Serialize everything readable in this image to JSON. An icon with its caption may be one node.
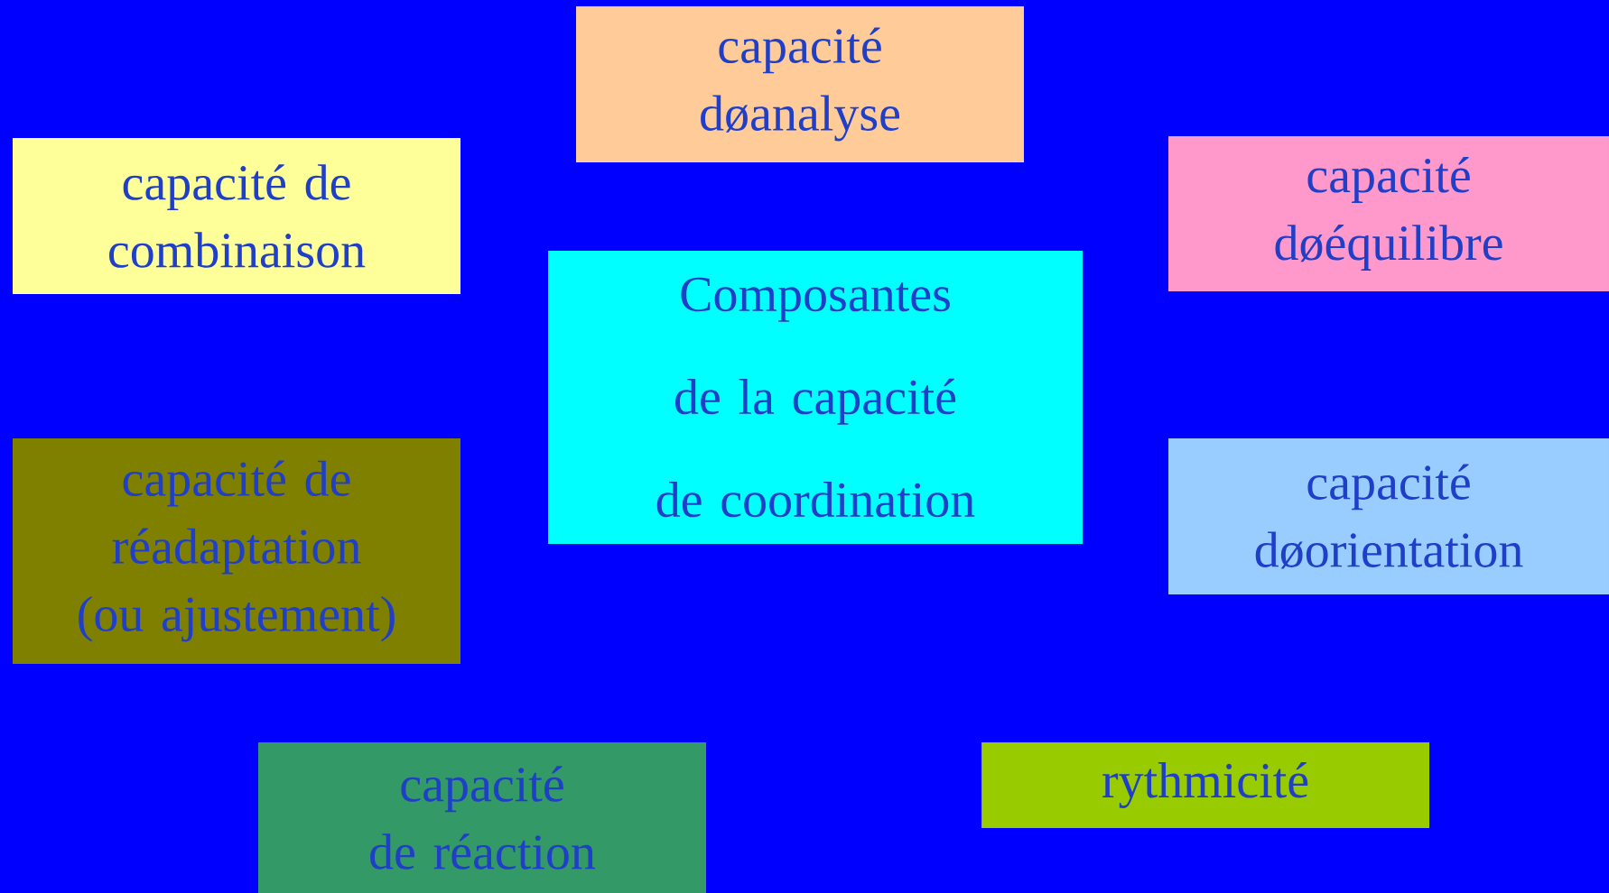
{
  "diagram": {
    "nodes": [
      {
        "text": [
          "capacité døanalyse"
        ]
      },
      {
        "text": [
          "capacité de combinaison"
        ]
      },
      {
        "text": [
          "capacité døéquilibre"
        ]
      },
      {
        "text": [
          "Composantes de la capacité de coordination"
        ]
      },
      {
        "text": [
          "capacité de réadaptation (ou ajustement)"
        ]
      },
      {
        "text": [
          "capacité døorientation"
        ]
      },
      {
        "text": [
          "capacité de réaction"
        ]
      },
      {
        "text": [
          "rythmicité"
        ]
      }
    ]
  }
}
